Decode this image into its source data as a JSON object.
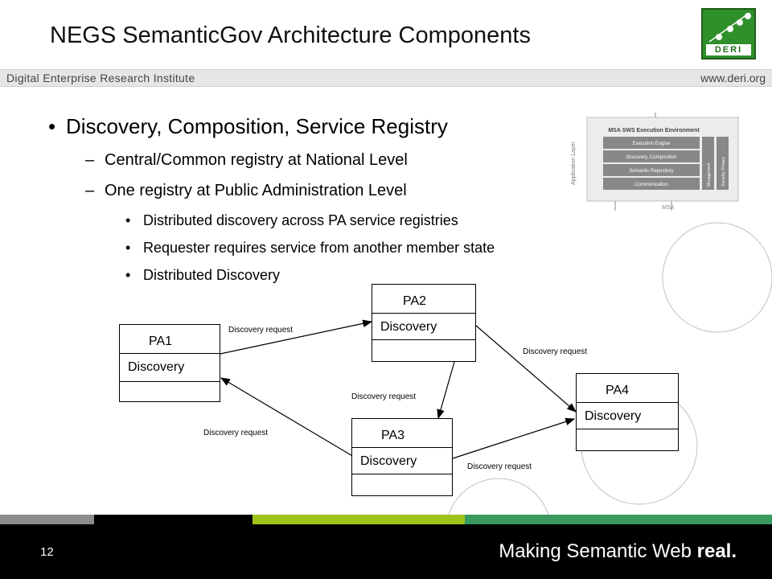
{
  "title": "NEGS SemanticGov Architecture Components",
  "logo": {
    "text": "DERI"
  },
  "institute": {
    "name": "Digital Enterprise Research Institute",
    "url": "www.deri.org"
  },
  "bullets": {
    "level1": "Discovery, Composition, Service Registry",
    "level2": [
      "Central/Common registry at National Level",
      "One registry at Public Administration Level"
    ],
    "level3": [
      "Distributed discovery across PA service registries",
      "Requester requires service from another member state",
      "Distributed Discovery"
    ]
  },
  "mini_diagram": {
    "title": "MSA SWS Execution Environment",
    "side_label": "Application Layer",
    "bottom_label": "MSA",
    "layers": [
      "Execution Engine",
      "Discovery, Composition",
      "Semantic Repository",
      "Communication"
    ],
    "columns": [
      "Management",
      "Security, Privacy"
    ]
  },
  "diagram": {
    "nodes": [
      {
        "id": "PA1",
        "label": "PA1",
        "row": "Discovery"
      },
      {
        "id": "PA2",
        "label": "PA2",
        "row": "Discovery"
      },
      {
        "id": "PA3",
        "label": "PA3",
        "row": "Discovery"
      },
      {
        "id": "PA4",
        "label": "PA4",
        "row": "Discovery"
      }
    ],
    "edges": [
      {
        "from": "PA1",
        "to": "PA2",
        "label": "Discovery request"
      },
      {
        "from": "PA2",
        "to": "PA4",
        "label": "Discovery request"
      },
      {
        "from": "PA2",
        "to": "PA3",
        "label": "Discovery request"
      },
      {
        "from": "PA3",
        "to": "PA1",
        "label": "Discovery request"
      },
      {
        "from": "PA3",
        "to": "PA4",
        "label": "Discovery request"
      }
    ]
  },
  "footer": {
    "page_number": "12",
    "tagline_prefix": "Making Semantic Web ",
    "tagline_bold": "real."
  },
  "colors": {
    "stripe_gray": "#8c8c8c",
    "stripe_black": "#000000",
    "stripe_lime": "#9dc319",
    "stripe_green": "#3a9a5f",
    "logo_green": "#2f8f2a"
  }
}
